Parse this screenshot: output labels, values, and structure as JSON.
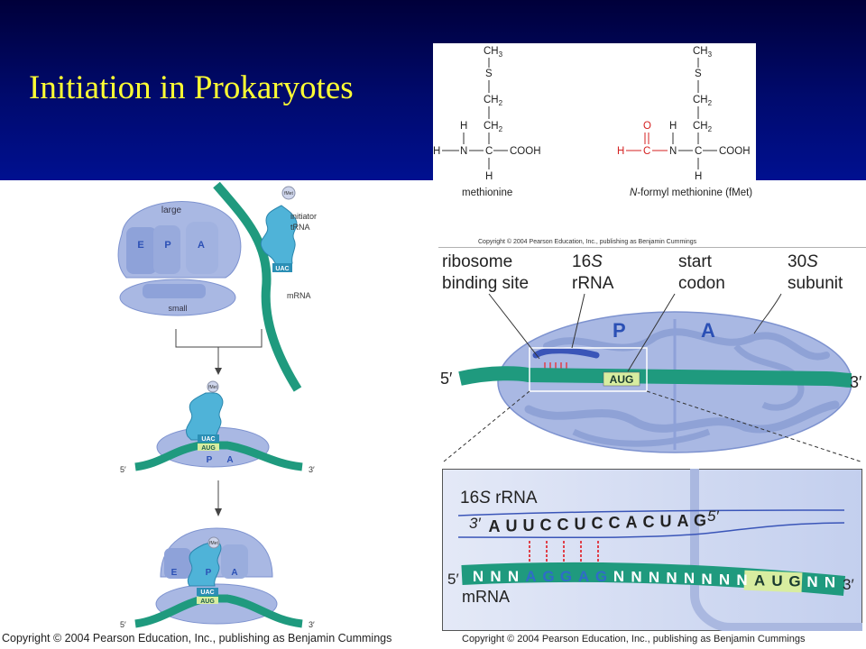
{
  "slide": {
    "title": "Initiation in Prokaryotes"
  },
  "formyl_panel": {
    "methionine": {
      "ch3": "CH",
      "ch3_sub": "3",
      "s": "S",
      "ch2a": "CH",
      "ch2a_sub": "2",
      "ch2b": "CH",
      "ch2b_sub": "2",
      "h_top": "H",
      "h_left": "H",
      "n": "N",
      "c": "C",
      "cooh": "COOH",
      "h_bottom": "H",
      "label": "methionine"
    },
    "fmet": {
      "ch3": "CH",
      "ch3_sub": "3",
      "s": "S",
      "ch2a": "CH",
      "ch2a_sub": "2",
      "ch2b": "CH",
      "ch2b_sub": "2",
      "o": "O",
      "h_formyl": "H",
      "c_formyl": "C",
      "h_top": "H",
      "n": "N",
      "c": "C",
      "cooh": "COOH",
      "h_bottom": "H",
      "label_italic": "N",
      "label_rest": "-formyl methionine (fMet)"
    },
    "copyright": "Copyright © 2004 Pearson Education, Inc., publishing as Benjamin Cummings"
  },
  "assembly_panel": {
    "large_label": "large",
    "small_label": "small",
    "sites": [
      "E",
      "P",
      "A"
    ],
    "fmet_tag": "fMet",
    "initiator_trna_line1": "initiator",
    "initiator_trna_line2": "tRNA",
    "anticodon": "UAC",
    "codon": "AUG",
    "mrna_label": "mRNA",
    "five_prime": "5′",
    "three_prime": "3′",
    "copyright": "Copyright © 2004 Pearson Education, Inc., publishing as Benjamin Cummings"
  },
  "ribosome_panel": {
    "label_rbs_line1": "ribosome",
    "label_rbs_line2": "binding site",
    "label_16s_num": "16",
    "label_16s_s": "S",
    "label_16s_line2": "rRNA",
    "label_start_line1": "start",
    "label_start_line2": "codon",
    "label_30s_num": "30",
    "label_30s_s": "S",
    "label_30s_line2": "subunit",
    "site_p": "P",
    "site_a": "A",
    "codon": "AUG",
    "five_prime": "5′",
    "three_prime": "3′"
  },
  "zoom_panel": {
    "rrna_label_num": "16",
    "rrna_label_s": "S",
    "rrna_label_rest": " rRNA",
    "rrna_three": "3′",
    "rrna_five": "5′",
    "rrna_sequence": [
      "A",
      "U",
      "U",
      "C",
      "C",
      "U",
      "C",
      "C",
      "A",
      "C",
      "U",
      "A",
      "G"
    ],
    "mrna_five": "5′",
    "mrna_three": "3′",
    "mrna_sequence": [
      "N",
      "N",
      "N",
      "A",
      "G",
      "G",
      "A",
      "G",
      "N",
      "N",
      "N",
      "N",
      "N",
      "N",
      "N",
      "N",
      "A",
      "U",
      "G",
      "N",
      "N"
    ],
    "mrna_label": "mRNA",
    "copyright": "Copyright © 2004 Pearson Education, Inc., publishing as Benjamin Cummings"
  },
  "colors": {
    "header_bg": "#000a6e",
    "title_text": "#ffff33",
    "ribosome_fill": "#a9b8e3",
    "ribosome_dark": "#6f86cc",
    "mrna_green": "#1f9a7e",
    "trna_blue": "#4fb3d8",
    "codon_highlight": "#d8eda0",
    "pairing_red": "#e0404a",
    "formyl_red": "#d42020"
  }
}
